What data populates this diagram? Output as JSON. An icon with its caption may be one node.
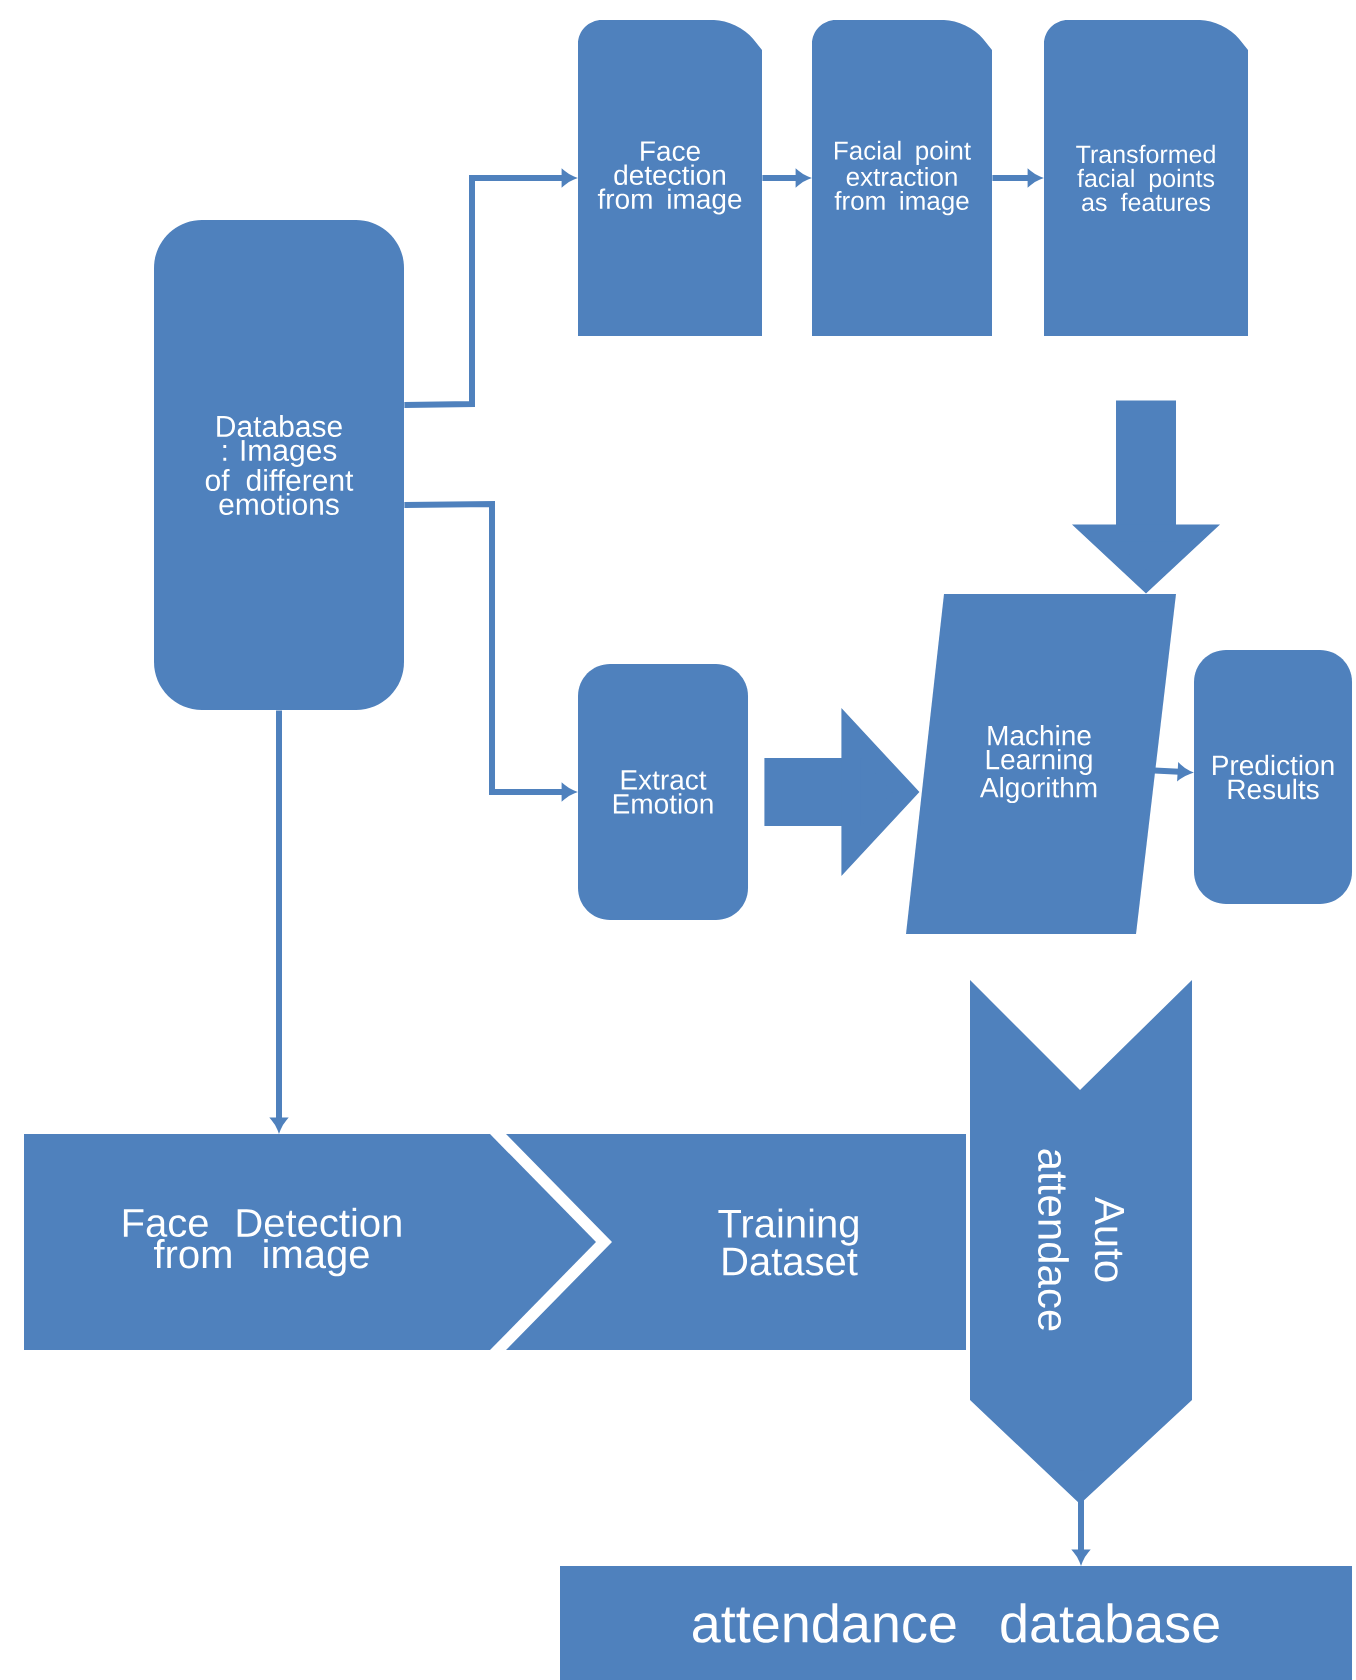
{
  "diagram": {
    "nodes": [
      {
        "text": [
          "Database : Images of different emotions"
        ]
      },
      {
        "text": [
          "Face detection from image"
        ]
      },
      {
        "text": [
          "Facial point extraction from image"
        ]
      },
      {
        "text": [
          "Transformed facial points as features"
        ]
      },
      {
        "text": [
          "Extract Emotion"
        ]
      },
      {
        "text": [
          "Machine Learning Algorithm"
        ]
      },
      {
        "text": [
          "Prediction Results"
        ]
      },
      {
        "text": [
          "Face Detection from image"
        ]
      },
      {
        "text": [
          "Training Dataset"
        ]
      },
      {
        "text": [
          "Auto attendace"
        ]
      },
      {
        "text": [
          "attendance database"
        ]
      }
    ],
    "edges": [
      {
        "from": 0,
        "to": 1,
        "arrow": "to"
      },
      {
        "from": 1,
        "to": 2,
        "arrow": "to"
      },
      {
        "from": 2,
        "to": 3,
        "arrow": "to"
      },
      {
        "from": 0,
        "to": 4,
        "arrow": "to"
      },
      {
        "from": 3,
        "to": 5,
        "arrow": "to",
        "style": "thick"
      },
      {
        "from": 4,
        "to": 5,
        "arrow": "to",
        "style": "thick"
      },
      {
        "from": 5,
        "to": 6,
        "arrow": "to"
      },
      {
        "from": 0,
        "to": 7,
        "arrow": "to"
      },
      {
        "from": 9,
        "to": 10,
        "arrow": "to"
      }
    ]
  }
}
